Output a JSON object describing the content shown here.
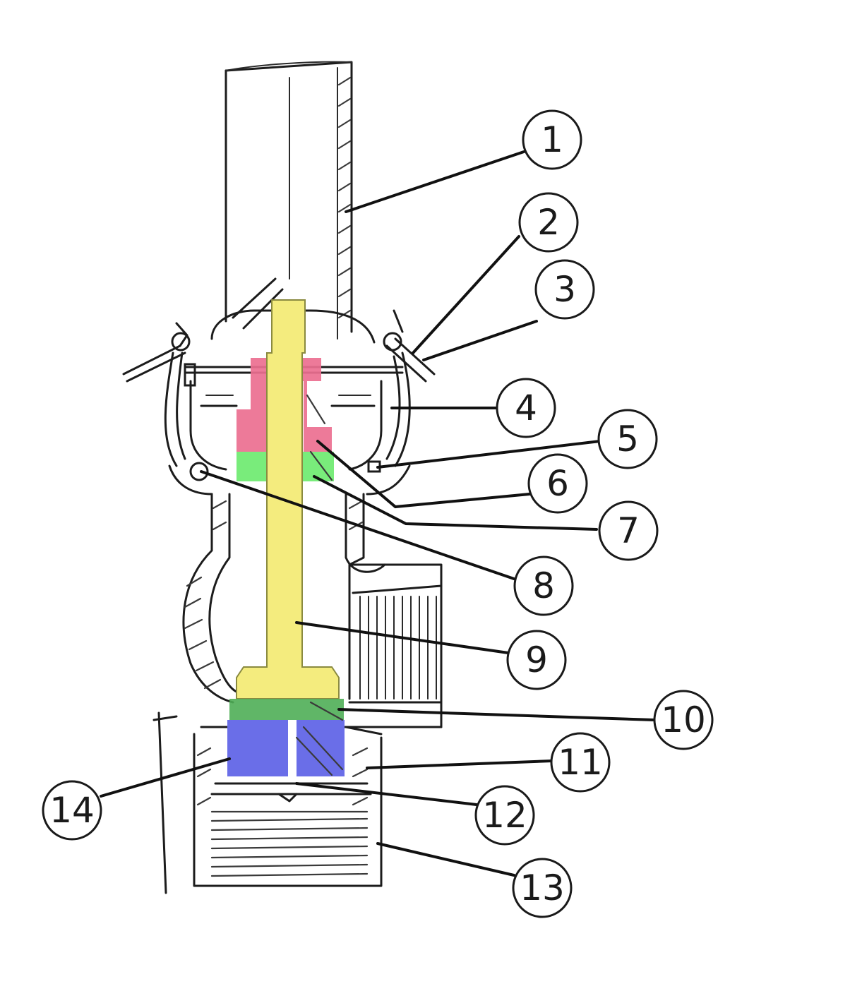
{
  "colors": {
    "stem": "#f4ec7e",
    "red_part": "#ec6f90",
    "green_part": "#79ec7b",
    "dark_green_part": "#4fae56",
    "blue_part": "#6a6ee8",
    "ink": "#1c1c1c"
  },
  "callouts": [
    {
      "label": "1"
    },
    {
      "label": "2"
    },
    {
      "label": "3"
    },
    {
      "label": "4"
    },
    {
      "label": "5"
    },
    {
      "label": "6"
    },
    {
      "label": "7"
    },
    {
      "label": "8"
    },
    {
      "label": "9"
    },
    {
      "label": "10"
    },
    {
      "label": "11"
    },
    {
      "label": "12"
    },
    {
      "label": "13"
    },
    {
      "label": "14"
    }
  ]
}
